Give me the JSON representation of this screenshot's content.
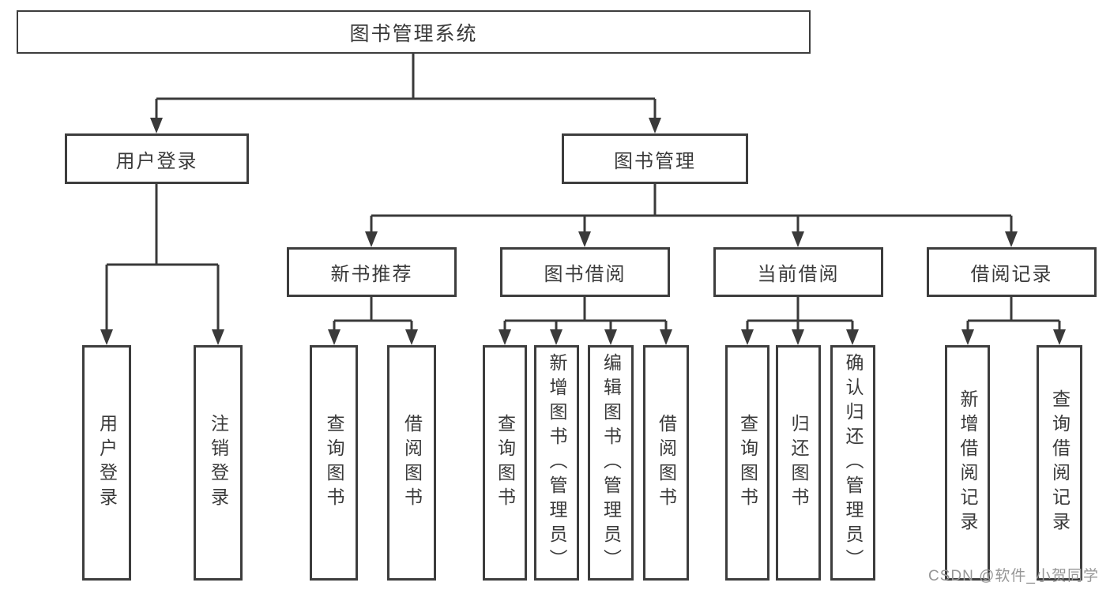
{
  "tree": {
    "root": {
      "label": "图书管理系统"
    },
    "children": [
      {
        "label": "用户登录",
        "children": [
          {
            "label": "用户登录"
          },
          {
            "label": "注销登录"
          }
        ]
      },
      {
        "label": "图书管理",
        "children": [
          {
            "label": "新书推荐",
            "children": [
              {
                "label": "查询图书"
              },
              {
                "label": "借阅图书"
              }
            ]
          },
          {
            "label": "图书借阅",
            "children": [
              {
                "label": "查询图书"
              },
              {
                "label": "新增图书（管理员）"
              },
              {
                "label": "编辑图书（管理员）"
              },
              {
                "label": "借阅图书"
              }
            ]
          },
          {
            "label": "当前借阅",
            "children": [
              {
                "label": "查询图书"
              },
              {
                "label": "归还图书"
              },
              {
                "label": "确认归还（管理员）"
              }
            ]
          },
          {
            "label": "借阅记录",
            "children": [
              {
                "label": "新增借阅记录"
              },
              {
                "label": "查询借阅记录"
              }
            ]
          }
        ]
      }
    ]
  },
  "watermark": {
    "text": "CSDN @软件_小贺同学"
  },
  "colors": {
    "bg": "#ffffff",
    "border": "#3d3d3d",
    "line": "#3a3a3a",
    "text": "#3a3a3a",
    "watermark": "#969696"
  }
}
